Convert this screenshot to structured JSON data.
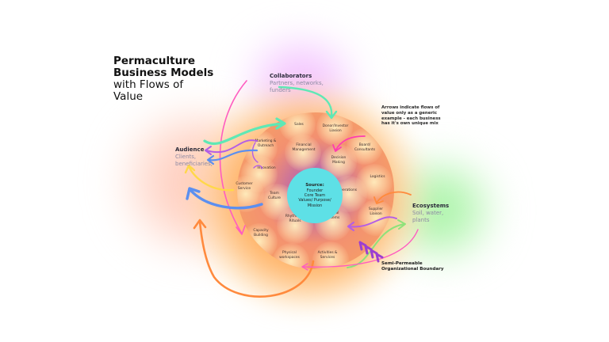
{
  "title": {
    "line1": "Permaculture",
    "line2": "Business Models",
    "line3": "with Flows of",
    "line4": "Value"
  },
  "stakeholders": {
    "collaborators": {
      "heading": "Collaborators",
      "line1": "Partners, networks,",
      "line2": "funders"
    },
    "audience": {
      "heading": "Audience",
      "line1": "Clients,",
      "line2": "beneficiaries,"
    },
    "ecosystems": {
      "heading": "Ecosystems",
      "line1": "Soil, water,",
      "line2": "plants"
    }
  },
  "note": {
    "line1": "Arrows indicate flows of",
    "line2": "value only as a generic",
    "line3": "example - each business",
    "line4": "has it's own unique mix"
  },
  "boundary": {
    "line1": "Semi-Permeable",
    "line2": "Organizational Boundary"
  },
  "source": {
    "title": "Source:",
    "line1": "Founder",
    "line2": "Core Team",
    "line3": "Values/ Purpose/",
    "line4": "Mission"
  },
  "nodes": [
    {
      "line1": "Sales",
      "line2": ""
    },
    {
      "line1": "Donor/Investor",
      "line2": "Liasion"
    },
    {
      "line1": "Marketing &",
      "line2": "Outreach"
    },
    {
      "line1": "Financial",
      "line2": "Management"
    },
    {
      "line1": "Board/",
      "line2": "Consultants"
    },
    {
      "line1": "Decision",
      "line2": "Making"
    },
    {
      "line1": "Innovation",
      "line2": ""
    },
    {
      "line1": "Logistics",
      "line2": ""
    },
    {
      "line1": "Customer",
      "line2": "Service"
    },
    {
      "line1": "Team",
      "line2": "Culture"
    },
    {
      "line1": "Operations",
      "line2": ""
    },
    {
      "line1": "Supplier",
      "line2": "Liaison"
    },
    {
      "line1": "Rhythms &",
      "line2": "Rituals"
    },
    {
      "line1": "Internal",
      "line2": "Systems"
    },
    {
      "line1": "Capacity",
      "line2": "Building"
    },
    {
      "line1": "Physical",
      "line2": "workspaces"
    },
    {
      "line1": "Activities &",
      "line2": "Services"
    }
  ],
  "colors": {
    "teal_arrow": "#5fe8b5",
    "purple_arrow": "#b45ee6",
    "blue_arrow": "#5b8ff0",
    "yellow_arrow": "#ffd84a",
    "pink_arrow": "#ff5cc0",
    "orange_arrow": "#ff8a3d",
    "green_arrow": "#8ee27a",
    "boundary_chevrons": "#9b3fd1",
    "source_circle": "#5ee0e6"
  }
}
